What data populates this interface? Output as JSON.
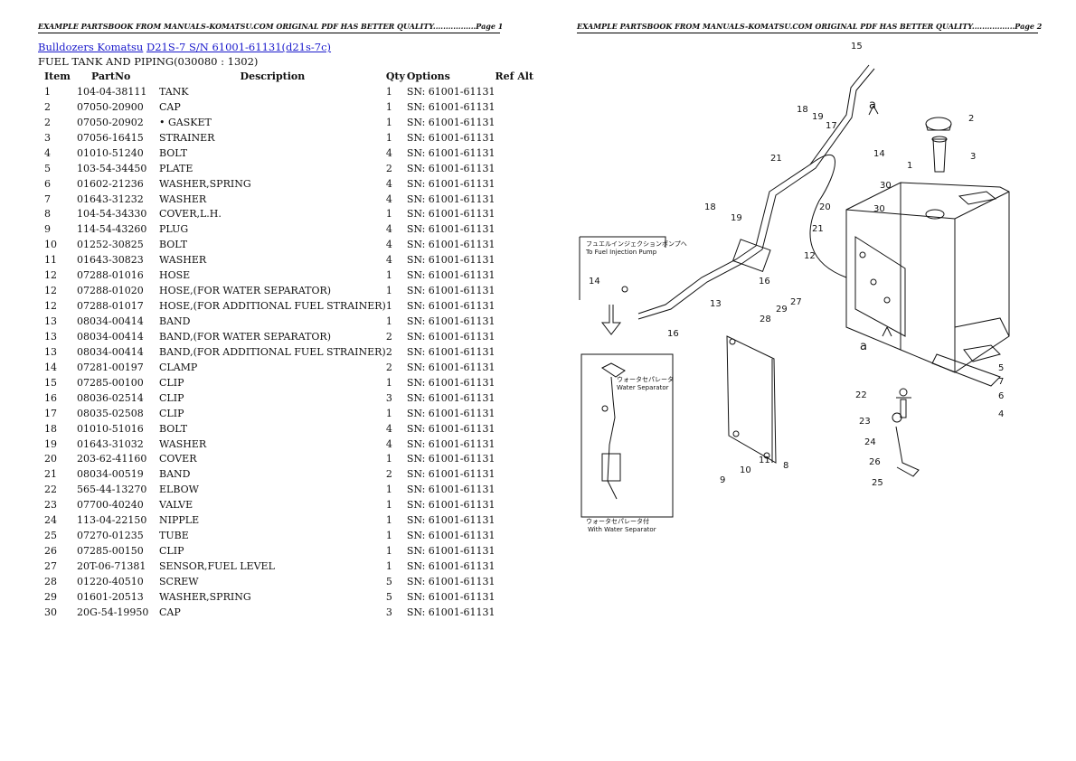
{
  "header": {
    "page1": "EXAMPLE PARTSBOOK FROM MANUALS-KOMATSU.COM ORIGINAL PDF HAS BETTER QUALITY.................Page 1",
    "page2": "EXAMPLE PARTSBOOK FROM MANUALS-KOMATSU.COM ORIGINAL PDF HAS BETTER QUALITY.................Page 2"
  },
  "breadcrumb": {
    "link1": "Bulldozers Komatsu",
    "link2": "D21S-7 S/N 61001-61131(d21s-7c)"
  },
  "section_title": "FUEL TANK AND PIPING(030080 : 1302)",
  "columns": [
    "Item",
    "PartNo",
    "Description",
    "Qty",
    "Options",
    "Ref Alt"
  ],
  "rows": [
    [
      "1",
      "104-04-38111",
      "TANK",
      "1",
      "SN: 61001-61131",
      ""
    ],
    [
      "2",
      "07050-20900",
      "CAP",
      "1",
      "SN: 61001-61131",
      ""
    ],
    [
      "2",
      "07050-20902",
      "• GASKET",
      "1",
      "SN: 61001-61131",
      ""
    ],
    [
      "3",
      "07056-16415",
      "STRAINER",
      "1",
      "SN: 61001-61131",
      ""
    ],
    [
      "4",
      "01010-51240",
      "BOLT",
      "4",
      "SN: 61001-61131",
      ""
    ],
    [
      "5",
      "103-54-34450",
      "PLATE",
      "2",
      "SN: 61001-61131",
      ""
    ],
    [
      "6",
      "01602-21236",
      "WASHER,SPRING",
      "4",
      "SN: 61001-61131",
      ""
    ],
    [
      "7",
      "01643-31232",
      "WASHER",
      "4",
      "SN: 61001-61131",
      ""
    ],
    [
      "8",
      "104-54-34330",
      "COVER,L.H.",
      "1",
      "SN: 61001-61131",
      ""
    ],
    [
      "9",
      "114-54-43260",
      "PLUG",
      "4",
      "SN: 61001-61131",
      ""
    ],
    [
      "10",
      "01252-30825",
      "BOLT",
      "4",
      "SN: 61001-61131",
      ""
    ],
    [
      "11",
      "01643-30823",
      "WASHER",
      "4",
      "SN: 61001-61131",
      ""
    ],
    [
      "12",
      "07288-01016",
      "HOSE",
      "1",
      "SN: 61001-61131",
      ""
    ],
    [
      "12",
      "07288-01020",
      "HOSE,(FOR WATER SEPARATOR)",
      "1",
      "SN: 61001-61131",
      ""
    ],
    [
      "12",
      "07288-01017",
      "HOSE,(FOR ADDITIONAL FUEL STRAINER)",
      "1",
      "SN: 61001-61131",
      ""
    ],
    [
      "13",
      "08034-00414",
      "BAND",
      "1",
      "SN: 61001-61131",
      ""
    ],
    [
      "13",
      "08034-00414",
      "BAND,(FOR WATER SEPARATOR)",
      "2",
      "SN: 61001-61131",
      ""
    ],
    [
      "13",
      "08034-00414",
      "BAND,(FOR ADDITIONAL FUEL STRAINER)",
      "2",
      "SN: 61001-61131",
      ""
    ],
    [
      "14",
      "07281-00197",
      "CLAMP",
      "2",
      "SN: 61001-61131",
      ""
    ],
    [
      "15",
      "07285-00100",
      "CLIP",
      "1",
      "SN: 61001-61131",
      ""
    ],
    [
      "16",
      "08036-02514",
      "CLIP",
      "3",
      "SN: 61001-61131",
      ""
    ],
    [
      "17",
      "08035-02508",
      "CLIP",
      "1",
      "SN: 61001-61131",
      ""
    ],
    [
      "18",
      "01010-51016",
      "BOLT",
      "4",
      "SN: 61001-61131",
      ""
    ],
    [
      "19",
      "01643-31032",
      "WASHER",
      "4",
      "SN: 61001-61131",
      ""
    ],
    [
      "20",
      "203-62-41160",
      "COVER",
      "1",
      "SN: 61001-61131",
      ""
    ],
    [
      "21",
      "08034-00519",
      "BAND",
      "2",
      "SN: 61001-61131",
      ""
    ],
    [
      "22",
      "565-44-13270",
      "ELBOW",
      "1",
      "SN: 61001-61131",
      ""
    ],
    [
      "23",
      "07700-40240",
      "VALVE",
      "1",
      "SN: 61001-61131",
      ""
    ],
    [
      "24",
      "113-04-22150",
      "NIPPLE",
      "1",
      "SN: 61001-61131",
      ""
    ],
    [
      "25",
      "07270-01235",
      "TUBE",
      "1",
      "SN: 61001-61131",
      ""
    ],
    [
      "26",
      "07285-00150",
      "CLIP",
      "1",
      "SN: 61001-61131",
      ""
    ],
    [
      "27",
      "20T-06-71381",
      "SENSOR,FUEL LEVEL",
      "1",
      "SN: 61001-61131",
      ""
    ],
    [
      "28",
      "01220-40510",
      "SCREW",
      "5",
      "SN: 61001-61131",
      ""
    ],
    [
      "29",
      "01601-20513",
      "WASHER,SPRING",
      "5",
      "SN: 61001-61131",
      ""
    ],
    [
      "30",
      "20G-54-19950",
      "CAP",
      "3",
      "SN: 61001-61131",
      ""
    ]
  ],
  "diagram": {
    "callouts": [
      "15",
      "18",
      "19",
      "17",
      "14",
      "21",
      "20",
      "21",
      "1",
      "2",
      "3",
      "30",
      "30",
      "18",
      "19",
      "12",
      "16",
      "13",
      "16",
      "14",
      "27",
      "28",
      "29",
      "5",
      "7",
      "6",
      "4",
      "22",
      "23",
      "24",
      "26",
      "25",
      "9",
      "10",
      "11",
      "8"
    ],
    "arrow_labels": [
      "a",
      "a"
    ],
    "note_fuel_jp": "フュエルインジェクションポンプへ",
    "note_fuel_en": "To Fuel Injection Pump",
    "note_sep_jp": "ウォータセパレータ付",
    "note_sep_en": "With Water Separator",
    "inset_label_jp": "ウォータセパレータ",
    "inset_label_en": "Water Separator"
  },
  "colors": {
    "link": "#1a1acc",
    "text": "#111111"
  }
}
